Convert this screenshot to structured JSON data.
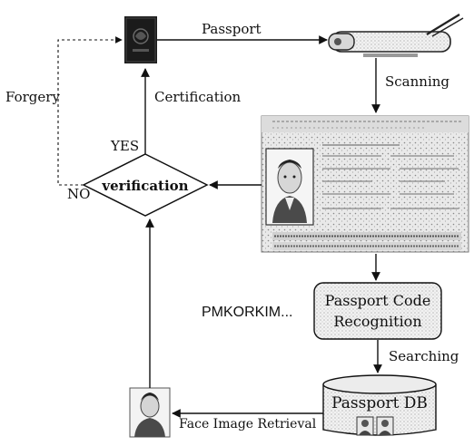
{
  "labels": {
    "passport": "Passport",
    "scanning": "Scanning",
    "certification": "Certification",
    "forgery": "Forgery",
    "yes": "YES",
    "no": "NO",
    "verification": "verification",
    "pmk": "PMKORKIM...",
    "code_line1": "Passport Code",
    "code_line2": "Recognition",
    "searching": "Searching",
    "db": "Passport DB",
    "face_retrieval": "Face Image Retrieval"
  }
}
